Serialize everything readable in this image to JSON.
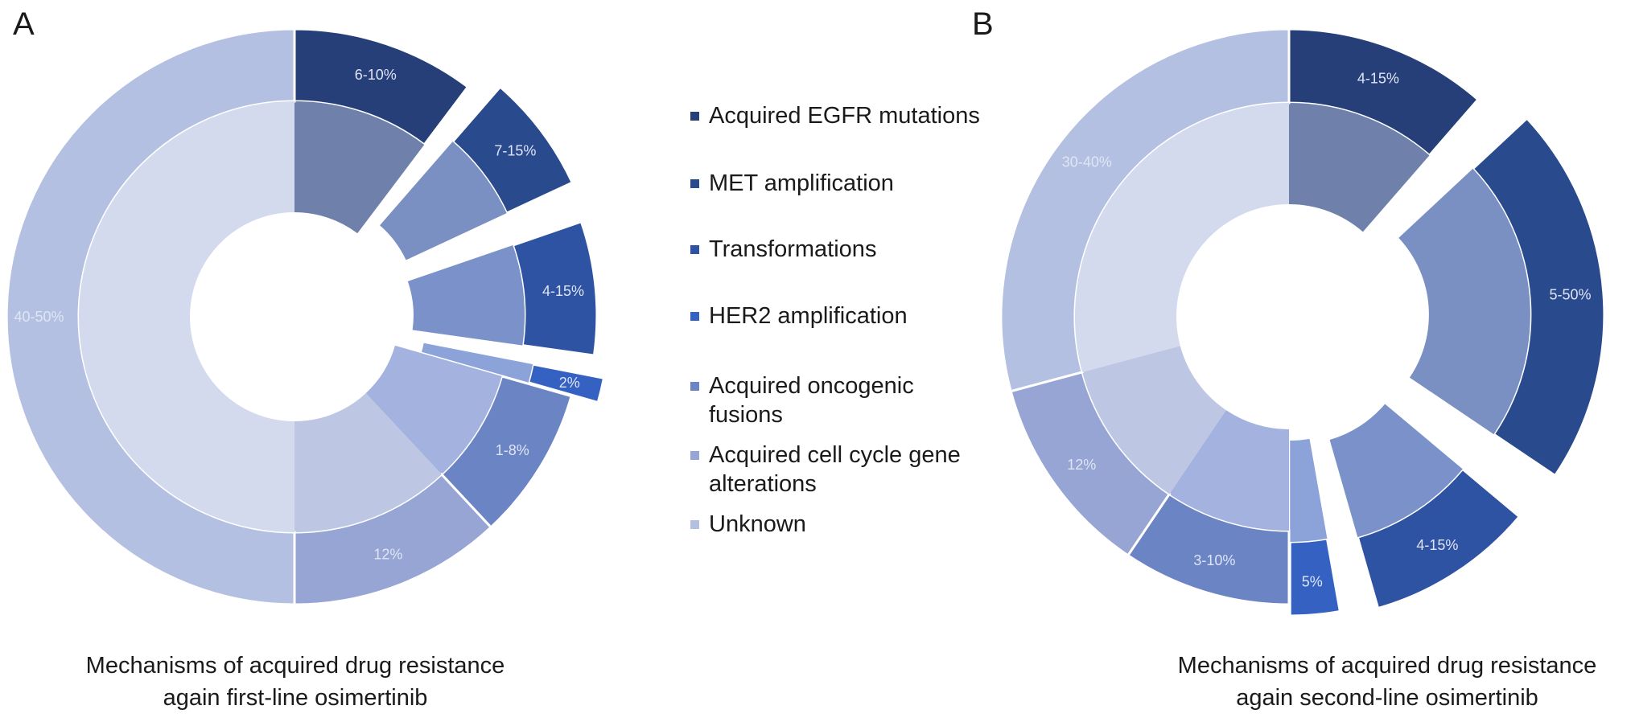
{
  "panels": {
    "a_letter": "A",
    "b_letter": "B"
  },
  "legend": [
    {
      "label": "Acquired EGFR mutations",
      "color": "#263f79"
    },
    {
      "label": "MET amplification",
      "color": "#2a4a8e"
    },
    {
      "label": "Transformations",
      "color": "#2f53a3"
    },
    {
      "label": "HER2 amplification",
      "color": "#3562c2"
    },
    {
      "label": "Acquired oncogenic fusions",
      "color": "#6b84c4"
    },
    {
      "label": "Acquired cell cycle gene alterations",
      "color": "#97a5d4"
    },
    {
      "label": "Unknown",
      "color": "#b4c0e1"
    }
  ],
  "chart_data": [
    {
      "type": "pie",
      "variant": "two-ring donut, exploded slices",
      "title_line1": "Mechanisms of acquired drug resistance",
      "title_line2": "again first-line osimertinib",
      "categories": [
        "Acquired EGFR mutations",
        "MET amplification",
        "Transformations",
        "HER2 amplification",
        "Acquired oncogenic fusions",
        "Acquired cell cycle gene alterations",
        "Unknown"
      ],
      "labels": [
        "6-10%",
        "7-15%",
        "4-15%",
        "2%",
        "1-8%",
        "12%",
        "40-50%"
      ],
      "exploded": [
        "MET amplification",
        "Transformations",
        "HER2 amplification"
      ],
      "legend_position": "center"
    },
    {
      "type": "pie",
      "variant": "two-ring donut, exploded slices",
      "title_line1": "Mechanisms of acquired drug resistance",
      "title_line2": "again second-line osimertinib",
      "categories": [
        "Acquired EGFR mutations",
        "MET amplification",
        "Transformations",
        "HER2 amplification",
        "Acquired oncogenic fusions",
        "Acquired cell cycle gene alterations",
        "Unknown"
      ],
      "labels": [
        "4-15%",
        "5-50%",
        "4-15%",
        "5%",
        "3-10%",
        "12%",
        "30-40%"
      ],
      "exploded": [
        "MET amplification",
        "Transformations",
        "HER2 amplification"
      ],
      "legend_position": "center"
    }
  ],
  "inner_colors": [
    "#6f81ab",
    "#7a8fc2",
    "#7a92c9",
    "#8ca3da",
    "#a4b2df",
    "#bdc7e3",
    "#d3daee"
  ],
  "label_color": "#dfe5f5"
}
